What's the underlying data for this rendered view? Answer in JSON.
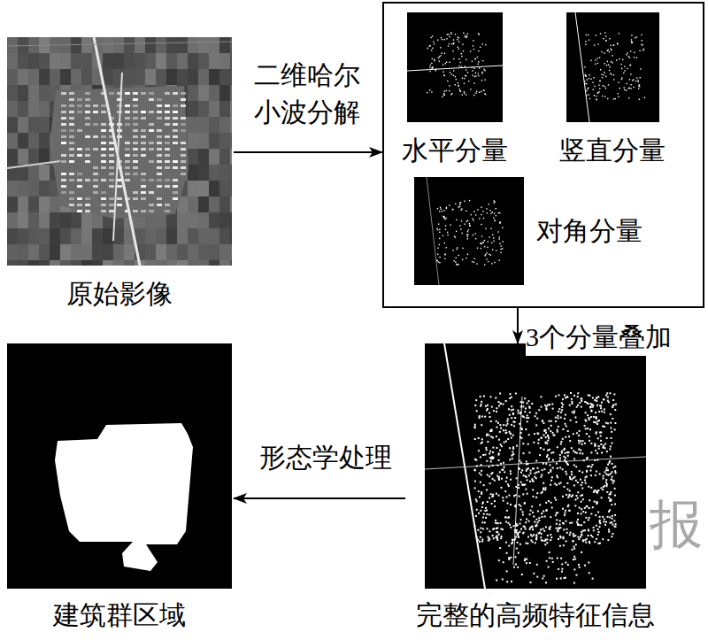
{
  "diagram": {
    "nodes": [
      {
        "text": [
          "原始影像"
        ]
      },
      {
        "text": []
      },
      {
        "text": [
          "水平分量"
        ],
        "in": 1
      },
      {
        "text": [
          "竖直分量"
        ],
        "in": 1
      },
      {
        "text": [
          "对角分量"
        ],
        "in": 1
      },
      {
        "text": [
          "完整的高频特征信息"
        ]
      },
      {
        "text": [
          "建筑群区域"
        ]
      }
    ],
    "edges": [
      {
        "from": 0,
        "to": 1,
        "arrow": "to",
        "label": "二维哈尔 小波分解"
      },
      {
        "from": 1,
        "to": 5,
        "arrow": "to",
        "label": "3个分量叠加"
      },
      {
        "from": 5,
        "to": 6,
        "arrow": "to",
        "label": "形态学处理"
      }
    ],
    "labels": [
      "报"
    ]
  }
}
